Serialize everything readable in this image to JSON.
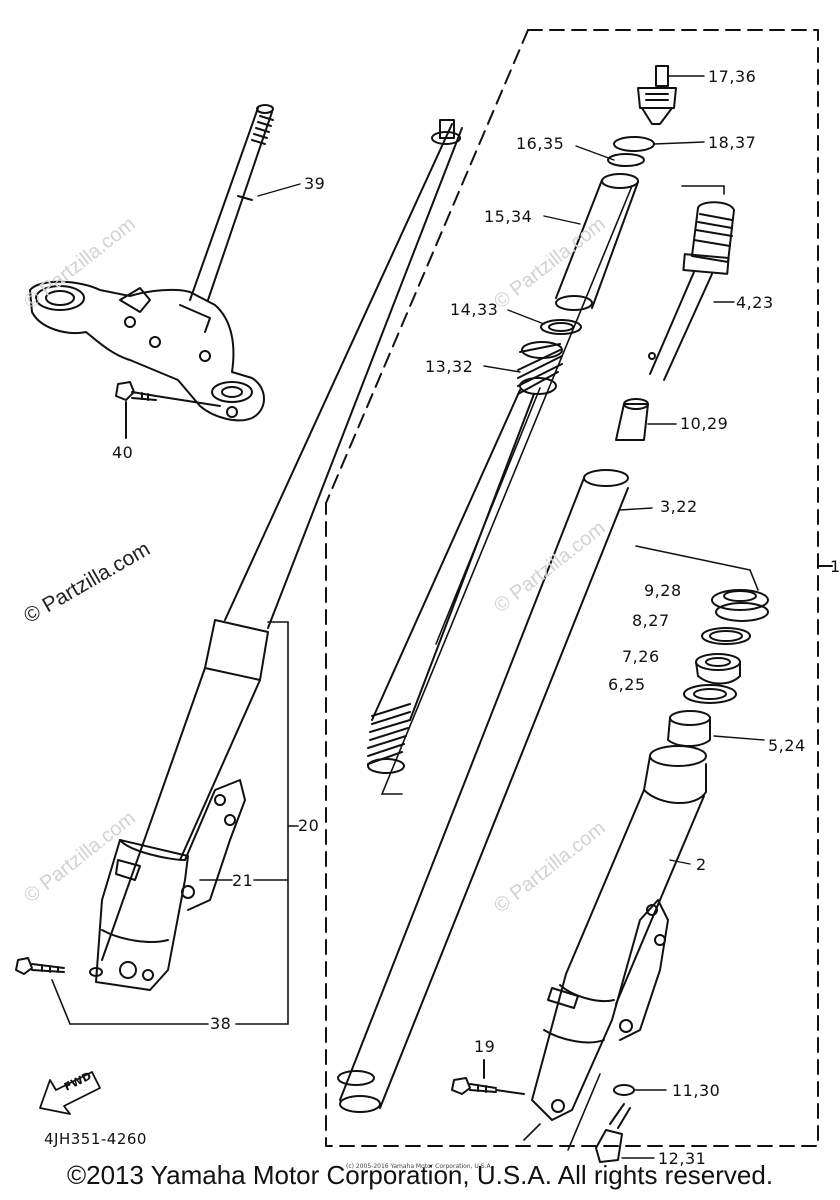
{
  "labels": {
    "p1": "1",
    "p2": "2",
    "p3_22": "3,22",
    "p4_23": "4,23",
    "p5_24": "5,24",
    "p6_25": "6,25",
    "p7_26": "7,26",
    "p8_27": "8,27",
    "p9_28": "9,28",
    "p10_29": "10,29",
    "p11_30": "11,30",
    "p12_31": "12,31",
    "p13_32": "13,32",
    "p14_33": "14,33",
    "p15_34": "15,34",
    "p16_35": "16,35",
    "p17_36": "17,36",
    "p18_37": "18,37",
    "p19": "19",
    "p20": "20",
    "p21": "21",
    "p38": "38",
    "p39": "39",
    "p40": "40"
  },
  "fwd_label": "FWD",
  "diagram_code": "4JH351-4260",
  "copyright": "©2013 Yamaha Motor Corporation, U.S.A. All rights reserved.",
  "fine_print": "(c) 2005-2016 Yamaha Motor Corporation, U.S.A.",
  "watermark": "© Partzilla.com"
}
